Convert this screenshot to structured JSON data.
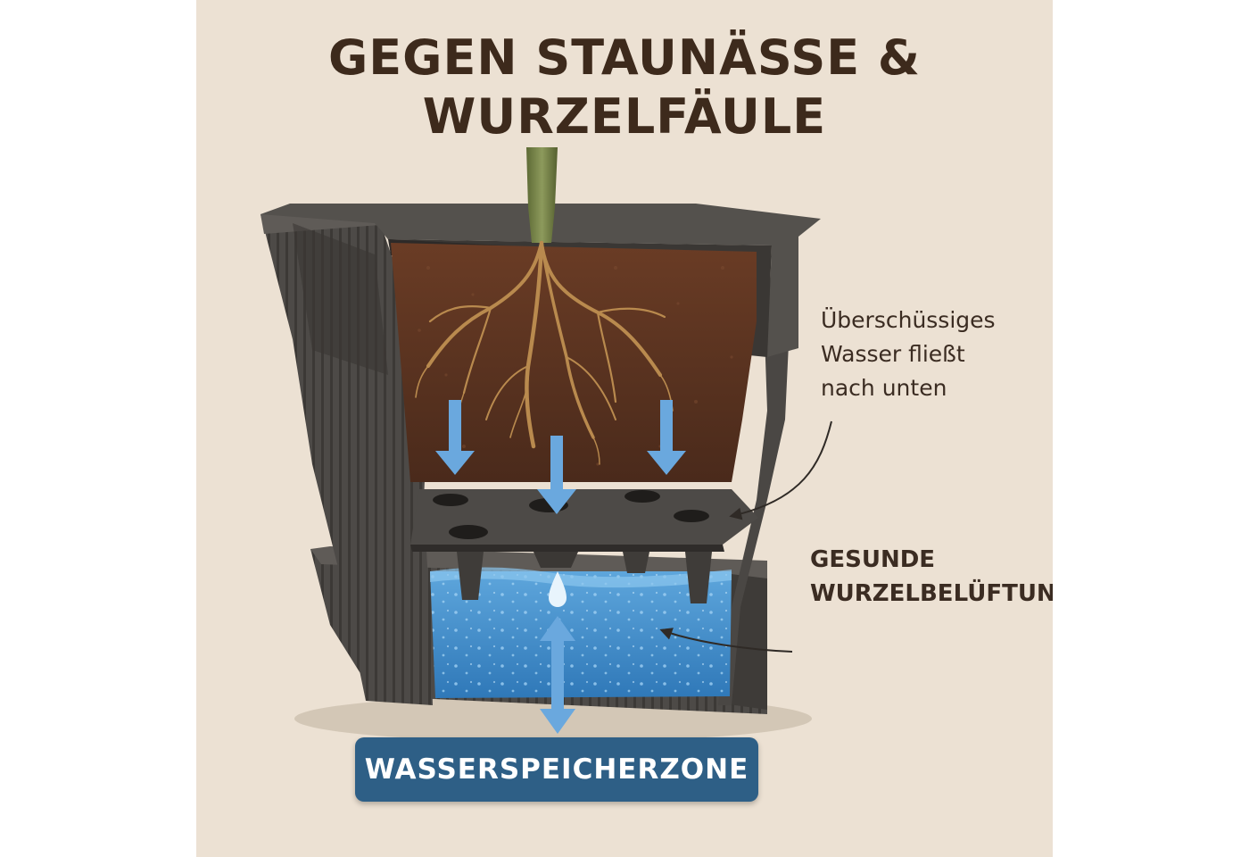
{
  "title": {
    "line1": "GEGEN STAUNÄSSE &",
    "line2": "WURZELFÄULE"
  },
  "annotations": {
    "overflow": {
      "line1": "Überschüssiges",
      "line2": "Wasser fließt",
      "line3": "nach unten"
    },
    "aeration": {
      "line1": "GESUNDE",
      "line2": "WURZELBELÜFTUNG"
    }
  },
  "zone_label": "WASSERSPEICHERZONE",
  "colors": {
    "background": "#ece1d3",
    "title_text": "#3d2a1c",
    "pot_dark": "#4a4744",
    "pot_mid": "#5c5955",
    "soil": "#5a3322",
    "root": "#b98a4e",
    "water": "#3f86c4",
    "arrow_blue": "#6aa8de",
    "badge": "#2e5f86"
  }
}
